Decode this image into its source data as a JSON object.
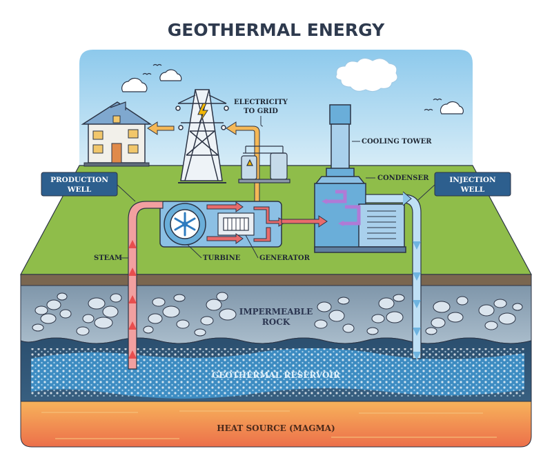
{
  "title": "GEOTHERMAL ENERGY",
  "labels": {
    "electricity_line1": "ELECTRICITY",
    "electricity_line2": "TO GRID",
    "cooling_tower": "COOLING TOWER",
    "condenser": "CONDENSER",
    "production_line1": "PRODUCTION",
    "production_line2": "WELL",
    "injection_line1": "INJECTION",
    "injection_line2": "WELL",
    "steam": "STEAM",
    "turbine": "TURBINE",
    "generator": "GENERATOR",
    "impermeable_line1": "IMPERMEABLE",
    "impermeable_line2": "ROCK",
    "reservoir": "GEOTHERMAL RESERVOIR",
    "heat_source": "HEAT SOURCE (MAGMA)"
  },
  "colors": {
    "sky": "#9fd2ef",
    "grass": "#8fbd4a",
    "soil": "#7a6650",
    "rock": "#8fa3b4",
    "reservoir": "#2f5d82",
    "magma": "#f08a4a",
    "hot_pipe": "#e86b6b",
    "cold_pipe": "#8cc6ea",
    "machine": "#6aaed9",
    "label_box": "#2d5f8e",
    "lightning": "#f2b705"
  },
  "icons": [
    "house-icon",
    "power-pylon-icon",
    "turbine-fan-icon",
    "generator-icon",
    "cooling-tower-icon",
    "condenser-icon",
    "cloud-icon",
    "bird-icon",
    "storage-tank-icon"
  ]
}
